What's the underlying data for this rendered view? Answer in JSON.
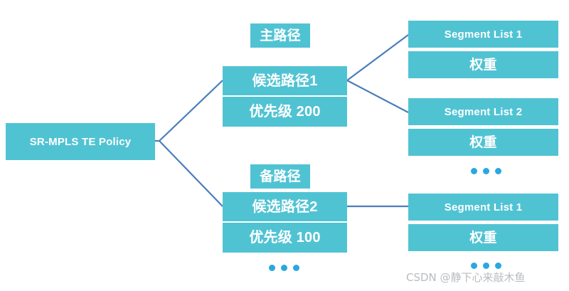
{
  "diagram": {
    "root": {
      "label": "SR-MPLS TE Policy"
    },
    "path_tags": {
      "main": "主路径",
      "backup": "备路径"
    },
    "candidate_paths": [
      {
        "title": "候选路径1",
        "priority": "优先级 200"
      },
      {
        "title": "候选路径2",
        "priority": "优先级 100"
      }
    ],
    "segment_lists": [
      {
        "title": "Segment List 1",
        "weight": "权重"
      },
      {
        "title": "Segment List 2",
        "weight": "权重"
      },
      {
        "title": "Segment List 1",
        "weight": "权重"
      }
    ],
    "ellipsis": {
      "right_group": "• • •",
      "mid_group": "• • •",
      "bottom_group": "• • •"
    },
    "colors": {
      "box_fill": "#50c3d3",
      "connector": "#4a7ebb",
      "dot": "#29a8e0",
      "text": "#ffffff",
      "watermark": "#b8bcc0",
      "background": "#ffffff"
    }
  },
  "watermark": {
    "text": "CSDN @静下心来敲木鱼"
  }
}
